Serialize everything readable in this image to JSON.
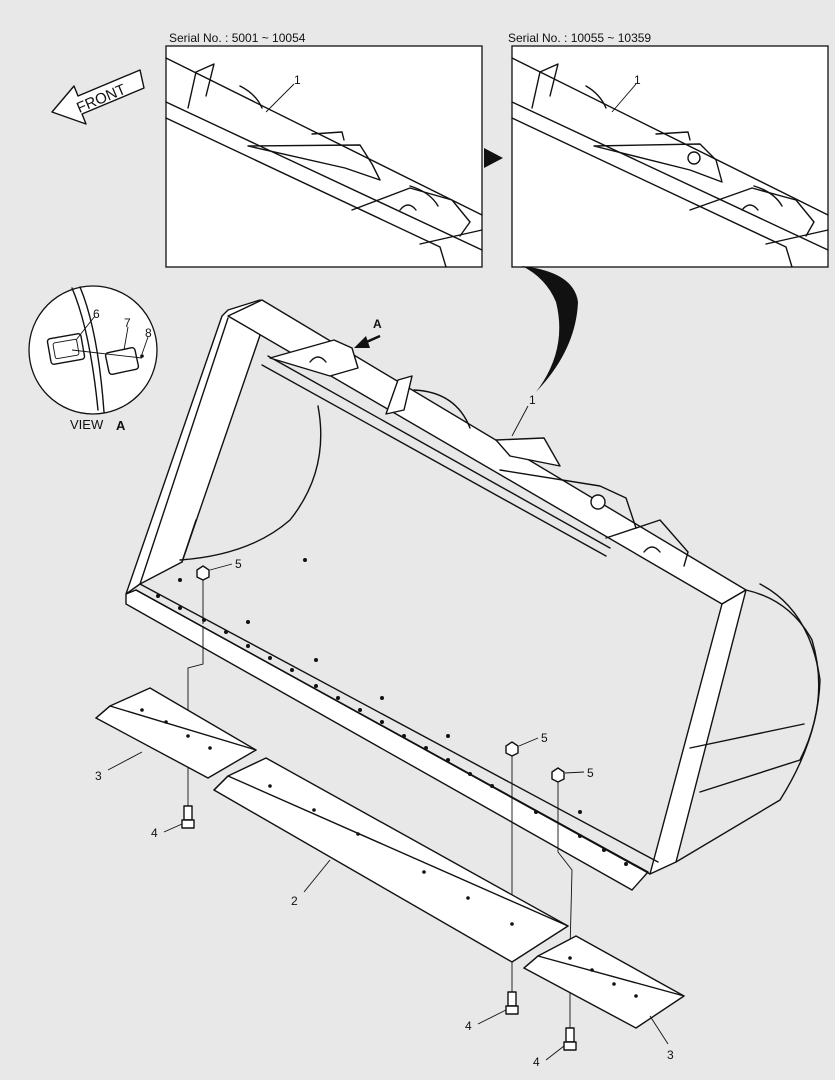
{
  "detail_left": {
    "caption": "Serial No. : 5001 ~ 10054",
    "callout": "1"
  },
  "detail_right": {
    "caption": "Serial No. : 10055 ~ 10359",
    "callout": "1"
  },
  "front_arrow": {
    "label": "FRONT"
  },
  "view_a": {
    "label": "VIEW",
    "letter": "A",
    "callouts": [
      "6",
      "7",
      "8"
    ]
  },
  "view_marker": {
    "letter": "A"
  },
  "callouts": {
    "p1": "1",
    "p2": "2",
    "p3a": "3",
    "p3b": "3",
    "p4a": "4",
    "p4b": "4",
    "p4c": "4",
    "p5a": "5",
    "p5b": "5",
    "p5c": "5"
  },
  "colors": {
    "background": "#e8e8e8",
    "line": "#111111",
    "panel": "#ffffff"
  }
}
